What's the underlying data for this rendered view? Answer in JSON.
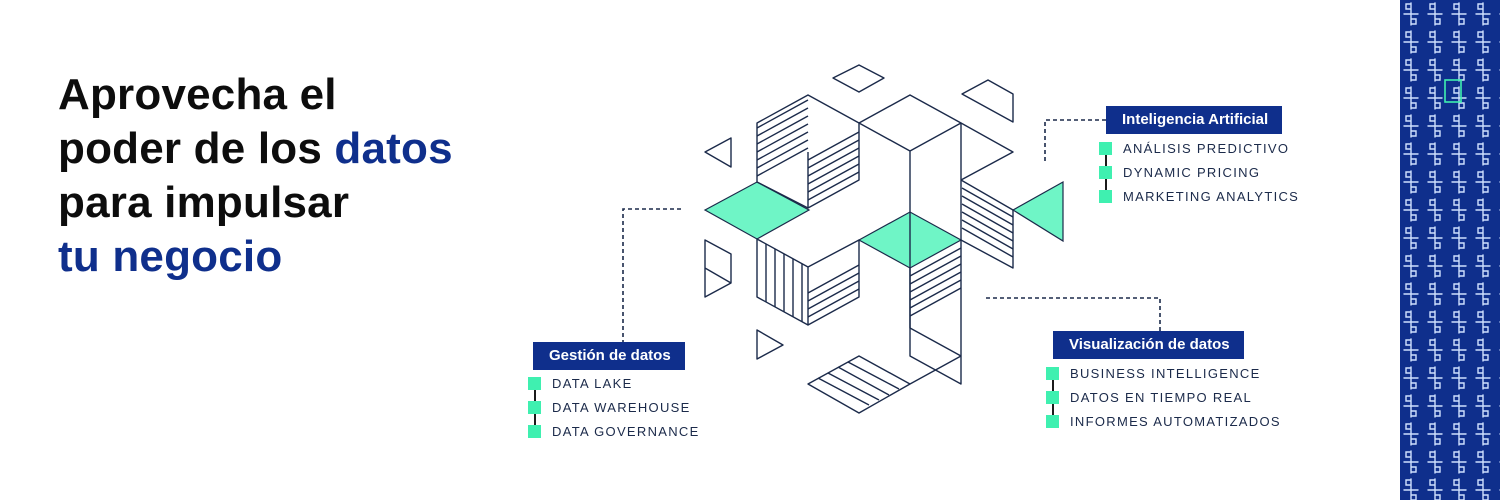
{
  "headline": {
    "line1": "Aprovecha el",
    "line2_plain": "poder de los ",
    "line2_accent": "datos",
    "line3": "para impulsar",
    "line4_accent": "tu negocio"
  },
  "categories": {
    "ai": {
      "title": "Inteligencia Artificial",
      "items": [
        "ANÁLISIS PREDICTIVO",
        "DYNAMIC PRICING",
        "MARKETING ANALYTICS"
      ]
    },
    "data_mgmt": {
      "title": "Gestión de datos",
      "items": [
        "DATA LAKE",
        "DATA WAREHOUSE",
        "DATA GOVERNANCE"
      ]
    },
    "viz": {
      "title": "Visualización de datos",
      "items": [
        "BUSINESS INTELLIGENCE",
        "DATOS EN TIEMPO REAL",
        "INFORMES AUTOMATIZADOS"
      ]
    }
  },
  "colors": {
    "primary_blue": "#0f2f8c",
    "mint_accent": "#3ff0b0",
    "line_navy": "#1b2a4a",
    "headline_black": "#0d0d0d"
  },
  "icons": {
    "illustration": "isometric-cubes-illustration",
    "pattern": "bracket-pattern"
  }
}
